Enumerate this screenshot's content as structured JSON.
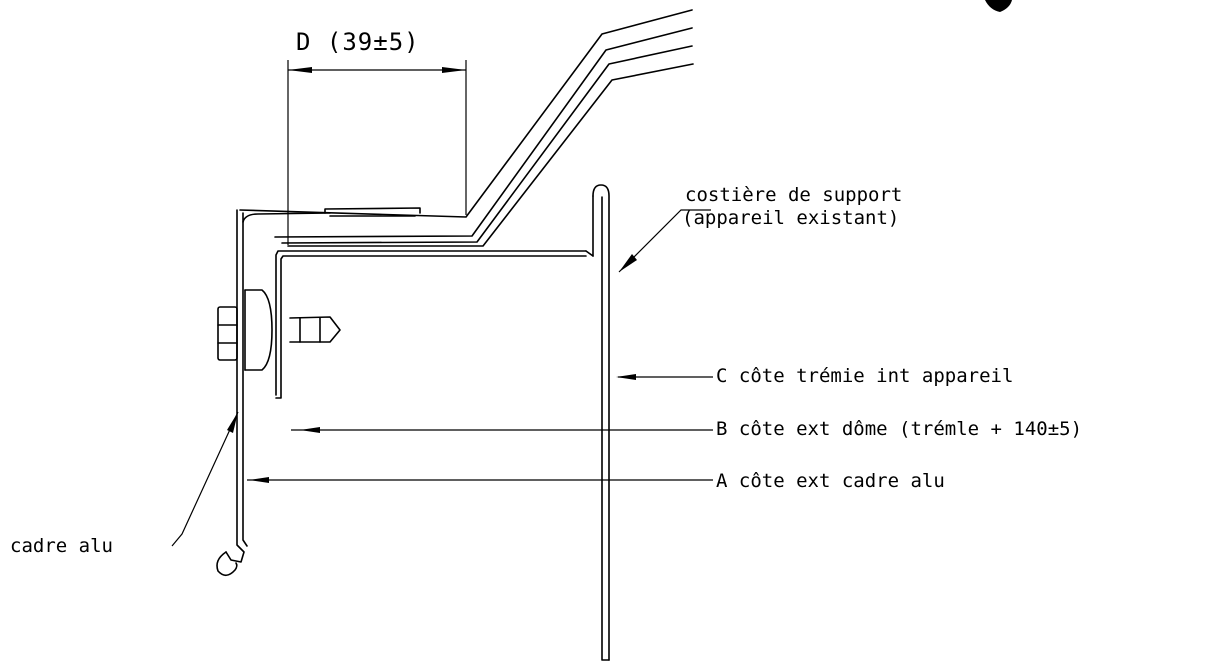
{
  "labels": {
    "dimension_d": "D (39±5)",
    "support_line1": "costière de support",
    "support_line2": "(appareil existant)",
    "label_c": "C côte trémie int appareil",
    "label_b": "B côte ext dôme (trémle + 140±5)",
    "label_a": "A côte ext cadre alu",
    "cadre_alu": "cadre alu"
  }
}
